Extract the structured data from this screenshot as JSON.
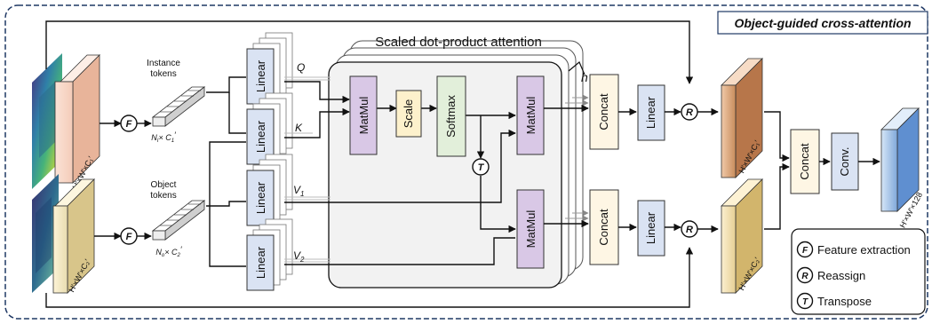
{
  "title": "Object-guided cross-attention",
  "attention_title": "Scaled dot-product attention",
  "heads_label": "h",
  "instance_tokens": {
    "line1": "Instance",
    "line2": "tokens",
    "dim_a": "N",
    "dim_a_sub": "I",
    "dim_b": "C",
    "dim_b_sub": "1",
    "dim_b_sup": "′"
  },
  "object_tokens": {
    "line1": "Object",
    "line2": "tokens",
    "dim_a": "N",
    "dim_a_sub": "o",
    "dim_b": "C",
    "dim_b_sub": "2",
    "dim_b_sup": "′"
  },
  "feature_dims": {
    "top_input": "H′×W′×C₁′",
    "bottom_input": "H′×W′×C₂′",
    "top_output": "H′×W′×C₁′",
    "bottom_output": "H′×W′×C₂′",
    "final_output": "H′×W′×128"
  },
  "blocks": {
    "linear": "Linear",
    "matmul": "MatMul",
    "scale": "Scale",
    "softmax": "Softmax",
    "concat": "Concat",
    "conv": "Conv."
  },
  "arrow_labels": {
    "q": "Q",
    "k": "K",
    "v1": "V",
    "v1_sub": "1",
    "v2": "V",
    "v2_sub": "2"
  },
  "symbols": {
    "f": "F",
    "r": "R",
    "t": "T"
  },
  "legend": [
    {
      "symbol": "F",
      "text": "Feature extraction"
    },
    {
      "symbol": "R",
      "text": "Reassign"
    },
    {
      "symbol": "T",
      "text": "Transpose"
    }
  ],
  "colors": {
    "linear": "#dae3f3",
    "matmul": "#d9c8e6",
    "scale": "#fdf1cc",
    "softmax": "#e2efda",
    "concat": "#fef6e4",
    "conv": "#dae3f3",
    "attention_panel": "#f2f2f2",
    "frame": "#1f3864"
  }
}
